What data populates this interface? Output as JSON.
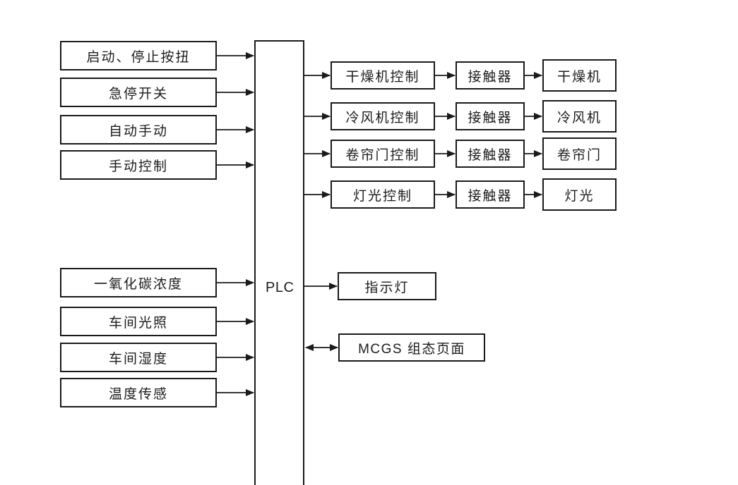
{
  "diagram": {
    "background_color": "#ffffff",
    "line_color": "#1a1a1a",
    "plc": {
      "label": "PLC"
    },
    "left_inputs": [
      {
        "label": "启动、停止按扭"
      },
      {
        "label": "急停开关"
      },
      {
        "label": "自动手动"
      },
      {
        "label": "手动控制"
      },
      {
        "label": "一氧化碳浓度"
      },
      {
        "label": "车间光照"
      },
      {
        "label": "车间湿度"
      },
      {
        "label": "温度传感"
      }
    ],
    "output_chains": [
      {
        "control": "干燥机控制",
        "contactor": "接触器",
        "device": "干燥机"
      },
      {
        "control": "冷风机控制",
        "contactor": "接触器",
        "device": "冷风机"
      },
      {
        "control": "卷帘门控制",
        "contactor": "接触器",
        "device": "卷帘门"
      },
      {
        "control": "灯光控制",
        "contactor": "接触器",
        "device": "灯光"
      }
    ],
    "indicator": {
      "label": "指示灯"
    },
    "mcgs": {
      "label": "MCGS 组态页面"
    }
  }
}
